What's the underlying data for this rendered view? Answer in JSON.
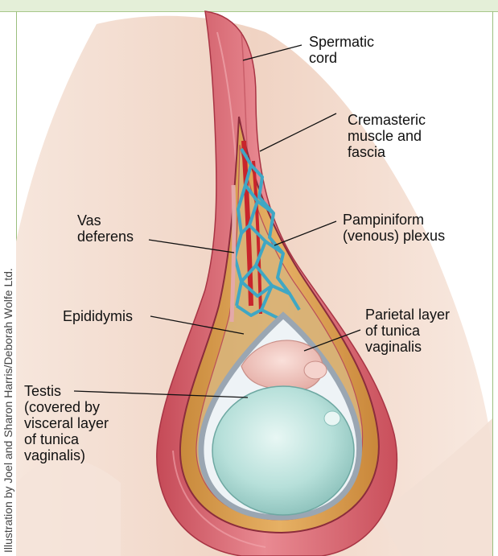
{
  "labels": {
    "spermatic_cord": "Spermatic\ncord",
    "cremasteric": "Cremasteric\nmuscle and\nfascia",
    "vas_deferens": "Vas\ndeferens",
    "pampiniform": "Pampiniform\n(venous) plexus",
    "epididymis": "Epididymis",
    "parietal_layer": "Parietal layer\nof tunica\nvaginalis",
    "testis": "Testis\n(covered by\nvisceral layer\nof tunica\nvaginalis)"
  },
  "credit": "Illustration by Joel and Sharon Harris/Deborah Wolfe Ltd.",
  "colors": {
    "skin": "#f2d9cc",
    "muscle": "#d8656e",
    "fat": "#d9a24a",
    "vein": "#3fa7c4",
    "artery": "#c8252c",
    "testis": "#bfe3dd",
    "tunica_outline": "#b9c3cc",
    "epididymis": "#f0c6bf"
  }
}
